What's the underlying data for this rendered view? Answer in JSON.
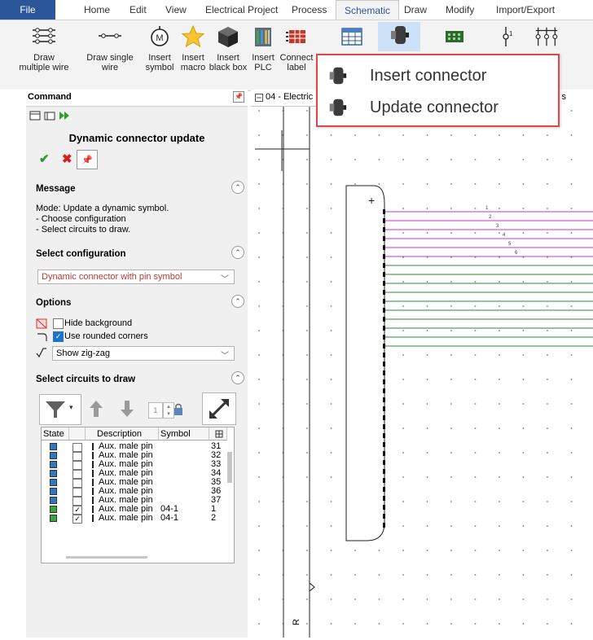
{
  "menubar": {
    "file": "File",
    "items": [
      "Home",
      "Edit",
      "View",
      "Electrical Project",
      "Process",
      "Schematic",
      "Draw",
      "Modify",
      "Import/Export"
    ]
  },
  "ribbon": {
    "buttons": [
      {
        "label": "Draw multiple wire",
        "icon": "multi-wire-icon"
      },
      {
        "label": "Draw single wire",
        "icon": "single-wire-icon"
      },
      {
        "label": "Insert symbol",
        "icon": "motor-symbol-icon"
      },
      {
        "label": "Insert macro",
        "icon": "star-icon"
      },
      {
        "label": "Insert black box",
        "icon": "black-box-icon"
      },
      {
        "label": "Insert PLC",
        "icon": "plc-icon"
      },
      {
        "label": "Connect label",
        "icon": "connection-label-icon"
      },
      {
        "label": "",
        "icon": "table-icon"
      },
      {
        "label": "",
        "icon": "connector-icon"
      },
      {
        "label": "",
        "icon": "terminal-strip-icon"
      },
      {
        "label": "",
        "icon": "terminal-icon"
      },
      {
        "label": "",
        "icon": "terminals-icon"
      }
    ]
  },
  "popup": {
    "items": [
      "Insert connector",
      "Update connector"
    ]
  },
  "command": {
    "panel_title": "Command",
    "pin_glyph": "📌",
    "title": "Dynamic connector update",
    "message": {
      "heading": "Message",
      "lines": [
        "Mode: Update a dynamic symbol.",
        "- Choose configuration",
        "- Select circuits to draw."
      ]
    },
    "config": {
      "heading": "Select configuration",
      "value": "Dynamic connector with pin symbol"
    },
    "options": {
      "heading": "Options",
      "hide_background": "Hide background",
      "rounded_corners": "Use rounded corners",
      "zigzag": "Show zig-zag"
    },
    "circuits": {
      "heading": "Select circuits to draw",
      "count": "1",
      "columns": [
        "State",
        "",
        "Description",
        "Symbol",
        ""
      ],
      "rows": [
        {
          "desc": "Aux. male pin",
          "symbol": "",
          "num": "31",
          "checked": false,
          "state": "blue"
        },
        {
          "desc": "Aux. male pin",
          "symbol": "",
          "num": "32",
          "checked": false,
          "state": "blue"
        },
        {
          "desc": "Aux. male pin",
          "symbol": "",
          "num": "33",
          "checked": false,
          "state": "blue"
        },
        {
          "desc": "Aux. male pin",
          "symbol": "",
          "num": "34",
          "checked": false,
          "state": "blue"
        },
        {
          "desc": "Aux. male pin",
          "symbol": "",
          "num": "35",
          "checked": false,
          "state": "blue"
        },
        {
          "desc": "Aux. male pin",
          "symbol": "",
          "num": "36",
          "checked": false,
          "state": "blue"
        },
        {
          "desc": "Aux. male pin",
          "symbol": "",
          "num": "37",
          "checked": false,
          "state": "blue"
        },
        {
          "desc": "Aux. male pin",
          "symbol": "04-1",
          "num": "1",
          "checked": true,
          "state": "green"
        },
        {
          "desc": "Aux. male pin",
          "symbol": "04-1",
          "num": "2",
          "checked": true,
          "state": "green"
        }
      ]
    }
  },
  "drawing": {
    "tab": "04 - Electric",
    "tab_cut": "l s",
    "wire_numbers": [
      "1",
      "2",
      "3",
      "4",
      "5",
      "6"
    ],
    "colors": {
      "magenta": "#cc33cc",
      "green": "#2e8b3a"
    },
    "corner_label": "R"
  }
}
